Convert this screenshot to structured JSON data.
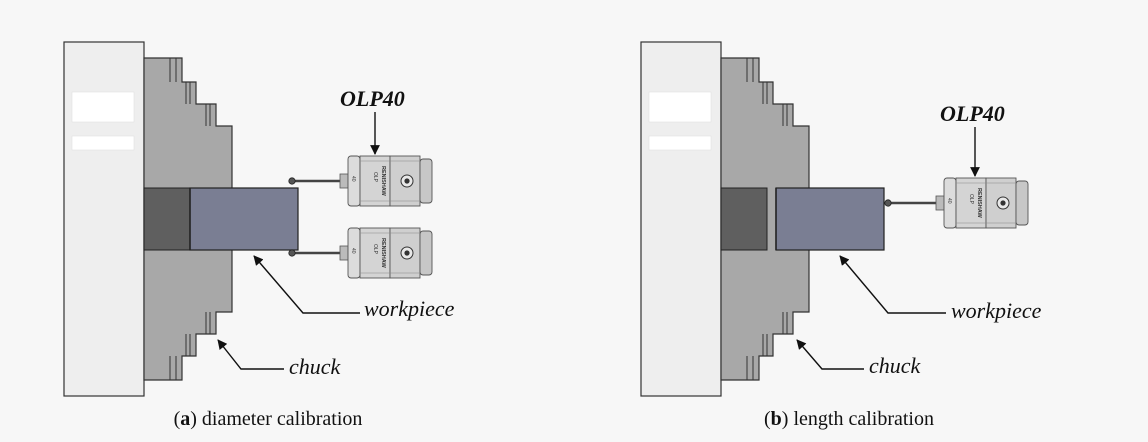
{
  "panels": [
    {
      "probe_label": "OLP40",
      "workpiece_label": "workpiece",
      "chuck_label": "chuck",
      "caption_letter": "a",
      "caption_text": " diameter calibration"
    },
    {
      "probe_label": "OLP40",
      "workpiece_label": "workpiece",
      "chuck_label": "chuck",
      "caption_letter": "b",
      "caption_text": " length calibration"
    }
  ],
  "probe_marking": {
    "brand": "RENISHAW",
    "model": "OLP",
    "number": "40"
  },
  "colors": {
    "spindle_face": "#eeeeee",
    "chuck_body": "#a8a8a8",
    "workpiece": "#7a7e93",
    "workpiece_inner": "#5f5f5f",
    "probe_body": "#d2d2d2"
  }
}
